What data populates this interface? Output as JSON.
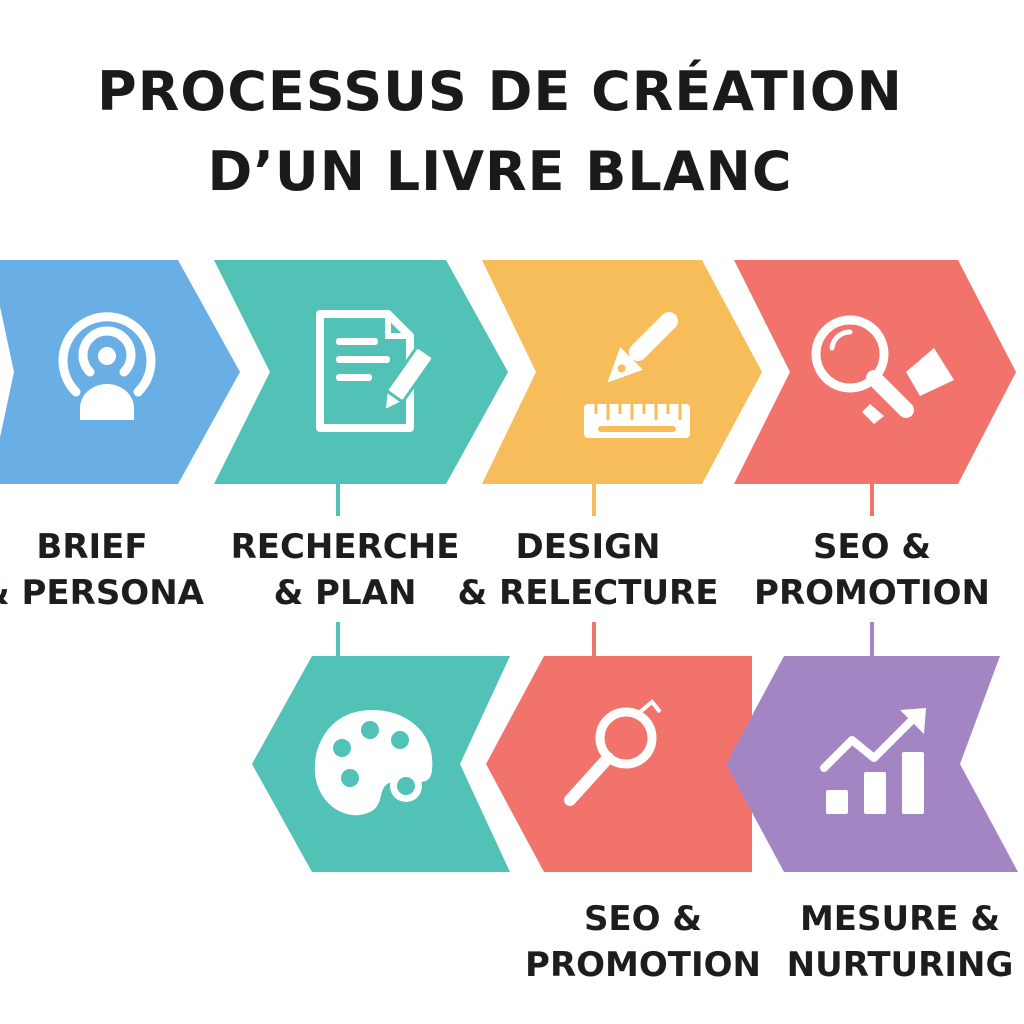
{
  "title": {
    "line1": "PROCESSUS DE CRÉATION",
    "line2": "D’UN LIVRE BLANC"
  },
  "colors": {
    "blue": "#6aaee6",
    "teal": "#52c1b6",
    "yellow": "#f8bd5b",
    "red": "#f2736b",
    "purple": "#a285c2",
    "icon": "#ffffff",
    "text": "#1d1d1d"
  },
  "steps_top": [
    {
      "line1": "BRIEF",
      "line2": "& PERSONA",
      "color": "blue",
      "icon": "persona-target-icon"
    },
    {
      "line1": "RECHERCHE",
      "line2": "& PLAN",
      "color": "teal",
      "icon": "document-pencil-icon"
    },
    {
      "line1": "DESIGN",
      "line2": "& RELECTURE",
      "color": "yellow",
      "icon": "pen-ruler-icon"
    },
    {
      "line1": "SEO &",
      "line2": "PROMOTION",
      "color": "red",
      "icon": "magnifier-megaphone-icon"
    }
  ],
  "steps_bottom": [
    {
      "line1": "",
      "line2": "",
      "color": "teal",
      "icon": "palette-icon"
    },
    {
      "line1": "SEO &",
      "line2": "PROMOTION",
      "color": "red",
      "icon": "magnifier-icon"
    },
    {
      "line1": "MESURE &",
      "line2": "NURTURING",
      "color": "purple",
      "icon": "growth-chart-icon"
    }
  ]
}
